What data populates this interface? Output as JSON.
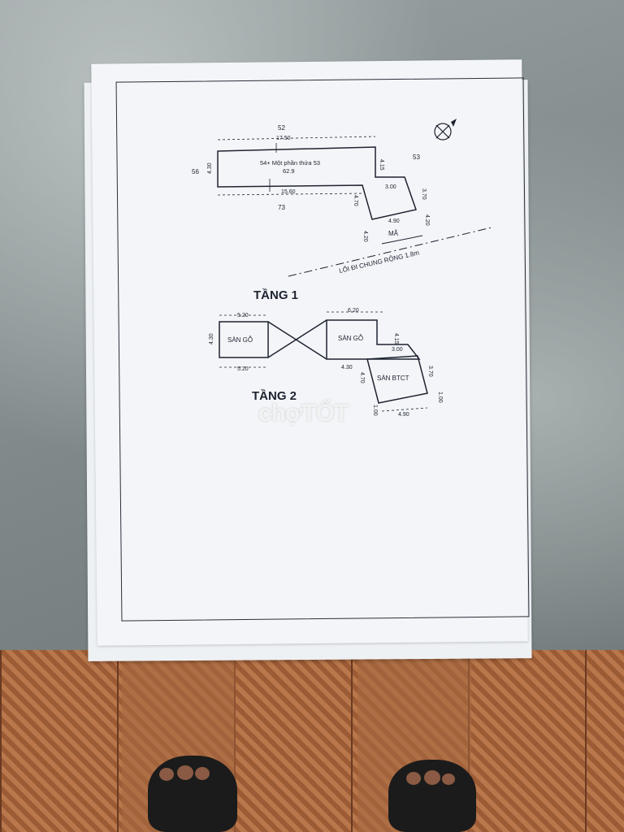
{
  "plan": {
    "floor1_title": "TẦNG 1",
    "floor2_title": "TẦNG 2",
    "lot_label": "54+ Một phần thửa 53",
    "lot_area": "62.9",
    "neighbor_top": "52",
    "neighbor_left": "56",
    "neighbor_right": "53",
    "neighbor_bottom": "73",
    "grave_label": "MÃ",
    "road_label": "LỐI ĐI CHUNG RỘNG 1.8m",
    "floor1_dims": {
      "top": "17.50",
      "left": "4.30",
      "bottom": "15.60",
      "notch_v": "4.15",
      "notch_h": "3.00",
      "right_v": "3.70",
      "diag_left": "4.70",
      "base": "4.90",
      "side_a": "4.20",
      "side_b": "4.20"
    },
    "floor2_dims": {
      "left_top": "5.20",
      "left_side": "4.30",
      "left_bottom": "5.20",
      "right_top": "6.20",
      "notch_v": "4.15",
      "notch_h": "3.00",
      "right_v": "3.70",
      "bottom_a": "4.30",
      "diag_left": "4.70",
      "base": "4.90",
      "edge_a": "1.00",
      "edge_b": "1.00"
    },
    "room_wood_left": "SÀN GỖ",
    "room_wood_right": "SÀN GỖ",
    "room_concrete": "SÀN BTCT"
  },
  "watermark": "chợTỐT",
  "colors": {
    "ink": "#1e2330",
    "paper": "#f3f5f8",
    "table": "#8d9596"
  },
  "icons": [
    "north-arrow-icon"
  ]
}
